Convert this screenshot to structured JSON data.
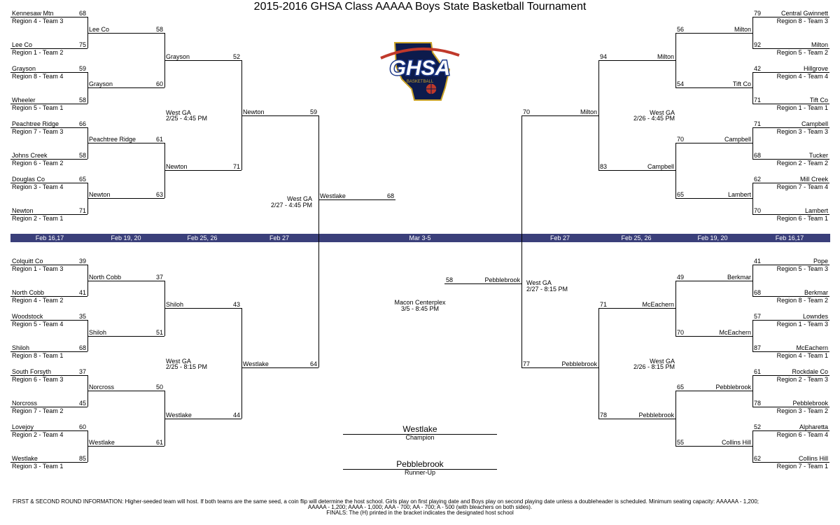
{
  "title": "2015-2016 GHSA Class AAAAA Boys State Basketball Tournament",
  "logo": {
    "text": "GHSA",
    "subtext": "BASKETBALL",
    "colors": {
      "primary": "#1f3a8a",
      "gold": "#c9a227",
      "red": "#c0392b",
      "navy": "#0d1b4c"
    }
  },
  "date_bar": {
    "color": "#3a3f7a",
    "labels": [
      "Feb 16,17",
      "Feb 19, 20",
      "Feb 25, 26",
      "Feb 27",
      "Mar 3-5",
      "Feb 27",
      "Feb 25, 26",
      "Feb 19, 20",
      "Feb 16,17"
    ]
  },
  "first_round": {
    "top_left": [
      {
        "team": "Kennesaw Mtn",
        "seed": "Region 4 - Team 3",
        "score": "68"
      },
      {
        "team": "Lee Co",
        "seed": "Region 1 - Team 2",
        "score": "75"
      },
      {
        "team": "Grayson",
        "seed": "Region 8 - Team 4",
        "score": "59"
      },
      {
        "team": "Wheeler",
        "seed": "Region 5 - Team 1",
        "score": "58"
      },
      {
        "team": "Peachtree Ridge",
        "seed": "Region 7 - Team 3",
        "score": "66"
      },
      {
        "team": "Johns Creek",
        "seed": "Region 6 - Team 2",
        "score": "58"
      },
      {
        "team": "Douglas Co",
        "seed": "Region 3 - Team 4",
        "score": "65"
      },
      {
        "team": "Newton",
        "seed": "Region 2 - Team 1",
        "score": "71"
      }
    ],
    "bottom_left": [
      {
        "team": "Colquitt Co",
        "seed": "Region 1 - Team 3",
        "score": "39"
      },
      {
        "team": "North Cobb",
        "seed": "Region 4 - Team 2",
        "score": "41"
      },
      {
        "team": "Woodstock",
        "seed": "Region 5 - Team 4",
        "score": "35"
      },
      {
        "team": "Shiloh",
        "seed": "Region 8 - Team 1",
        "score": "68"
      },
      {
        "team": "South Forsyth",
        "seed": "Region 6 - Team 3",
        "score": "37"
      },
      {
        "team": "Norcross",
        "seed": "Region 7 - Team 2",
        "score": "45"
      },
      {
        "team": "Lovejoy",
        "seed": "Region 2 - Team 4",
        "score": "60"
      },
      {
        "team": "Westlake",
        "seed": "Region 3 - Team 1",
        "score": "85"
      }
    ],
    "top_right": [
      {
        "team": "Central Gwinnett",
        "seed": "Region 8 - Team 3",
        "score": "79"
      },
      {
        "team": "Milton",
        "seed": "Region 5 - Team 2",
        "score": "92"
      },
      {
        "team": "Hillgrove",
        "seed": "Region 4 - Team 4",
        "score": "42"
      },
      {
        "team": "Tift Co",
        "seed": "Region 1 - Team 1",
        "score": "71"
      },
      {
        "team": "Campbell",
        "seed": "Region 3 - Team 3",
        "score": "71"
      },
      {
        "team": "Tucker",
        "seed": "Region 2 - Team 2",
        "score": "68"
      },
      {
        "team": "Mill Creek",
        "seed": "Region 7 - Team 4",
        "score": "62"
      },
      {
        "team": "Lambert",
        "seed": "Region 6 - Team 1",
        "score": "70"
      }
    ],
    "bottom_right": [
      {
        "team": "Pope",
        "seed": "Region 5 - Team 3",
        "score": "41"
      },
      {
        "team": "Berkmar",
        "seed": "Region 8 - Team 2",
        "score": "68"
      },
      {
        "team": "Lowndes",
        "seed": "Region 1 - Team 3",
        "score": "57"
      },
      {
        "team": "McEachern",
        "seed": "Region 4 - Team 1",
        "score": "87"
      },
      {
        "team": "Rockdale Co",
        "seed": "Region 2 - Team 3",
        "score": "61"
      },
      {
        "team": "Pebblebrook",
        "seed": "Region 3 - Team 2",
        "score": "78"
      },
      {
        "team": "Alpharetta",
        "seed": "Region 6 - Team 4",
        "score": "52"
      },
      {
        "team": "Collins Hill",
        "seed": "Region 7 - Team 1",
        "score": "62"
      }
    ]
  },
  "second_round": {
    "top_left": [
      {
        "team": "Lee Co",
        "score": "58"
      },
      {
        "team": "Grayson",
        "score": "60"
      },
      {
        "team": "Peachtree Ridge",
        "score": "61"
      },
      {
        "team": "Newton",
        "score": "63"
      }
    ],
    "bottom_left": [
      {
        "team": "North Cobb",
        "score": "37"
      },
      {
        "team": "Shiloh",
        "score": "51"
      },
      {
        "team": "Norcross",
        "score": "50"
      },
      {
        "team": "Westlake",
        "score": "61"
      }
    ],
    "top_right": [
      {
        "team": "Milton",
        "score": "56"
      },
      {
        "team": "Tift Co",
        "score": "54"
      },
      {
        "team": "Campbell",
        "score": "70"
      },
      {
        "team": "Lambert",
        "score": "65"
      }
    ],
    "bottom_right": [
      {
        "team": "Berkmar",
        "score": "49"
      },
      {
        "team": "McEachern",
        "score": "70"
      },
      {
        "team": "Pebblebrook",
        "score": "65"
      },
      {
        "team": "Collins Hill",
        "score": "55"
      }
    ]
  },
  "quarterfinals": {
    "top_left": [
      {
        "team": "Grayson",
        "score": "52"
      },
      {
        "team": "Newton",
        "score": "71"
      }
    ],
    "bottom_left": [
      {
        "team": "Shiloh",
        "score": "43"
      },
      {
        "team": "Westlake",
        "score": "44"
      }
    ],
    "top_right": [
      {
        "team": "Milton",
        "score": "94"
      },
      {
        "team": "Campbell",
        "score": "83"
      }
    ],
    "bottom_right": [
      {
        "team": "McEachern",
        "score": "71"
      },
      {
        "team": "Pebblebrook",
        "score": "78"
      }
    ]
  },
  "semifinals": {
    "left": [
      {
        "team": "Newton",
        "score": "59"
      },
      {
        "team": "Westlake",
        "score": "64"
      }
    ],
    "right": [
      {
        "team": "Milton",
        "score": "70"
      },
      {
        "team": "Pebblebrook",
        "score": "77"
      }
    ]
  },
  "finals": {
    "left": {
      "team": "Westlake",
      "score": "68"
    },
    "right": {
      "team": "Pebblebrook",
      "score": "58"
    }
  },
  "venues": {
    "qf_top_left": {
      "site": "West GA",
      "time": "2/25 - 4:45 PM"
    },
    "qf_bottom_left": {
      "site": "West GA",
      "time": "2/25 - 8:15 PM"
    },
    "qf_top_right": {
      "site": "West GA",
      "time": "2/26 - 4:45 PM"
    },
    "qf_bottom_right": {
      "site": "West GA",
      "time": "2/26 - 8:15 PM"
    },
    "sf_left": {
      "site": "West GA",
      "time": "2/27 - 4:45 PM"
    },
    "sf_right": {
      "site": "West GA",
      "time": "2/27 - 8:15 PM"
    },
    "final": {
      "site": "Macon Centerplex",
      "time": "3/5 - 8:45 PM"
    }
  },
  "champion": {
    "team": "Westlake",
    "label": "Champion"
  },
  "runner_up": {
    "team": "Pebblebrook",
    "label": "Runner-Up"
  },
  "footer": {
    "line1": "FIRST & SECOND ROUND INFORMATION: Higher-seeded team will host. If both teams are the same seed, a coin flip will determine the host school.  Girls play on first playing date and Boys play on second playing date unless a doubleheader is scheduled.  Minimum seating capacity: AAAAAA - 1,200;",
    "line2": "AAAAA - 1,200; AAAA - 1,000; AAA - 700; AA - 700; A - 500 (with bleachers on both sides).",
    "line3": "FINALS: The (H) printed in the bracket indicates the designated host school"
  }
}
